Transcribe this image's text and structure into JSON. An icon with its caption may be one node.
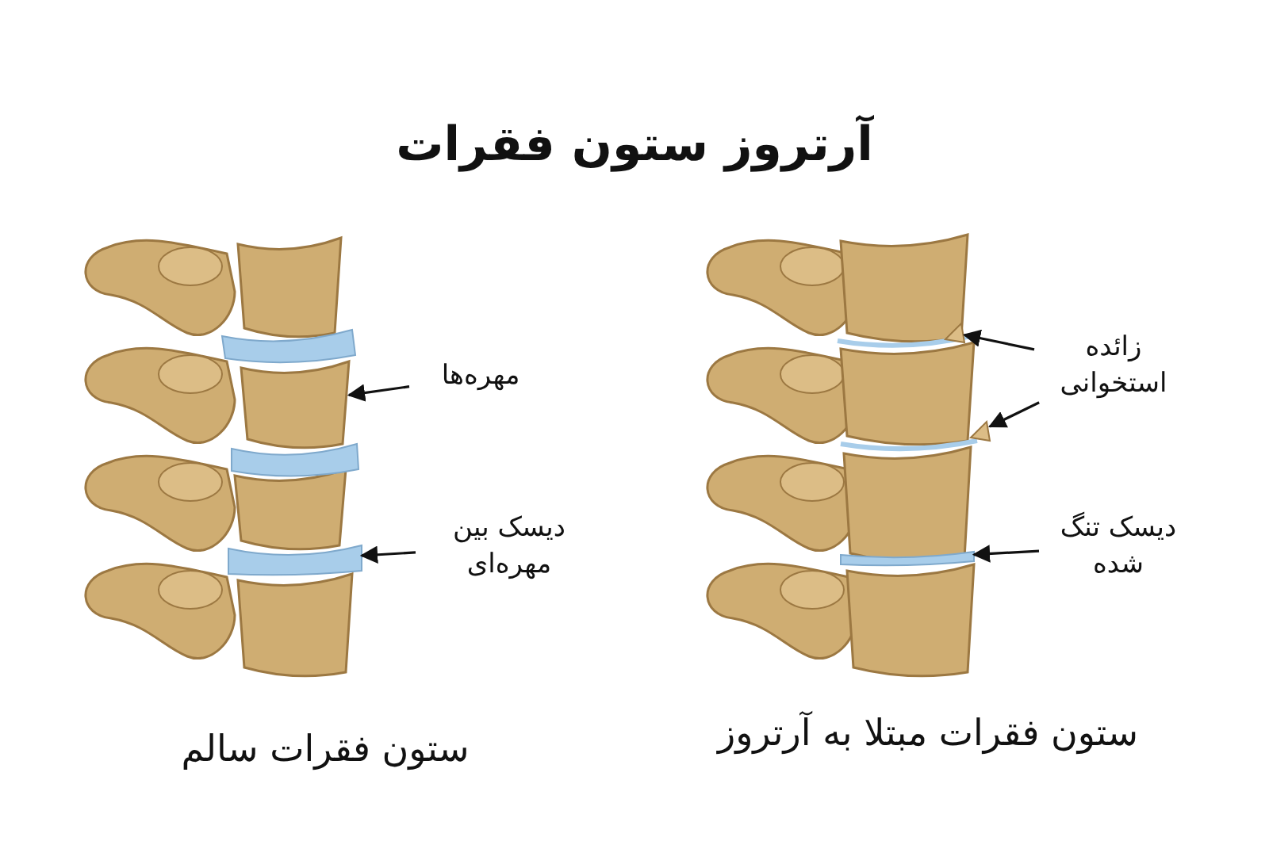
{
  "diagram": {
    "title": "آرتروز ستون فقرات",
    "nodes": [
      {
        "text": [
          "مهره‌ها"
        ]
      },
      {
        "text": [],
        "shape": "box"
      },
      {
        "text": [
          "دیسک بین مهره‌ای"
        ]
      },
      {
        "text": [],
        "shape": "bar"
      },
      {
        "text": [
          "زائده استخوانی"
        ]
      },
      {
        "text": [],
        "shape": "triangle"
      },
      {
        "text": [],
        "shape": "triangle"
      },
      {
        "text": [
          "دیسک تنگ شده"
        ]
      },
      {
        "text": [],
        "shape": "bar"
      }
    ],
    "edges": [
      {
        "from": 0,
        "to": 1,
        "arrow": "to"
      },
      {
        "from": 2,
        "to": 3,
        "arrow": "to"
      },
      {
        "from": 4,
        "to": 5,
        "arrow": "to"
      },
      {
        "from": 4,
        "to": 6,
        "arrow": "to"
      },
      {
        "from": 7,
        "to": 8,
        "arrow": "to"
      }
    ],
    "labels": [
      "ستون فقرات سالم",
      "ستون فقرات مبتلا به آرتروز"
    ]
  }
}
